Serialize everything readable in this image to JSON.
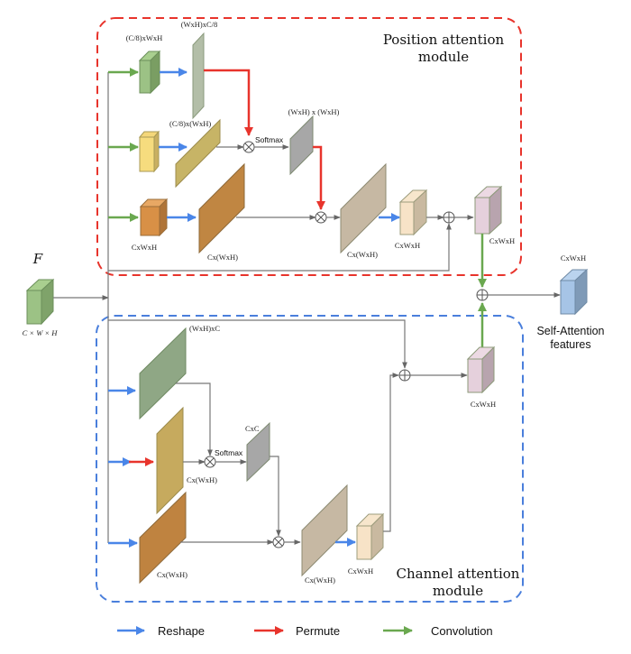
{
  "input": {
    "symbol": "F",
    "dims": "C × W × H"
  },
  "position_module": {
    "title_line1": "Position attention",
    "title_line2": "module",
    "labels": {
      "query_conv": "(C/8)xWxH",
      "query_reshape": "(WxH)xC/8",
      "key_reshape": "(C/8)x(WxH)",
      "attention_map": "(WxH) x (WxH)",
      "softmax": "Softmax",
      "value_conv": "CxWxH",
      "value_reshape": "Cx(WxH)",
      "product": "Cx(WxH)",
      "reshaped_out": "CxWxH",
      "output": "CxWxH"
    },
    "colors": {
      "border": "#e8342c"
    }
  },
  "channel_module": {
    "title_line1": "Channel attention",
    "title_line2": "module",
    "labels": {
      "reshape_transpose": "(WxH)xC",
      "attention_map": "CxC",
      "softmax": "Softmax",
      "permuted": "Cx(WxH)",
      "reshaped": "Cx(WxH)",
      "product": "Cx(WxH)",
      "reshaped_out": "CxWxH",
      "output": "CxWxH"
    },
    "colors": {
      "border": "#4a7fdc"
    }
  },
  "output": {
    "dims": "CxWxH",
    "label_line1": "Self-Attention",
    "label_line2": "features"
  },
  "legend": [
    {
      "label": "Reshape",
      "color": "#4a86e8",
      "icon": "blue-arrow-icon"
    },
    {
      "label": "Permute",
      "color": "#e8342c",
      "icon": "red-arrow-icon"
    },
    {
      "label": "Convolution",
      "color": "#6aa84f",
      "icon": "green-arrow-icon"
    }
  ]
}
